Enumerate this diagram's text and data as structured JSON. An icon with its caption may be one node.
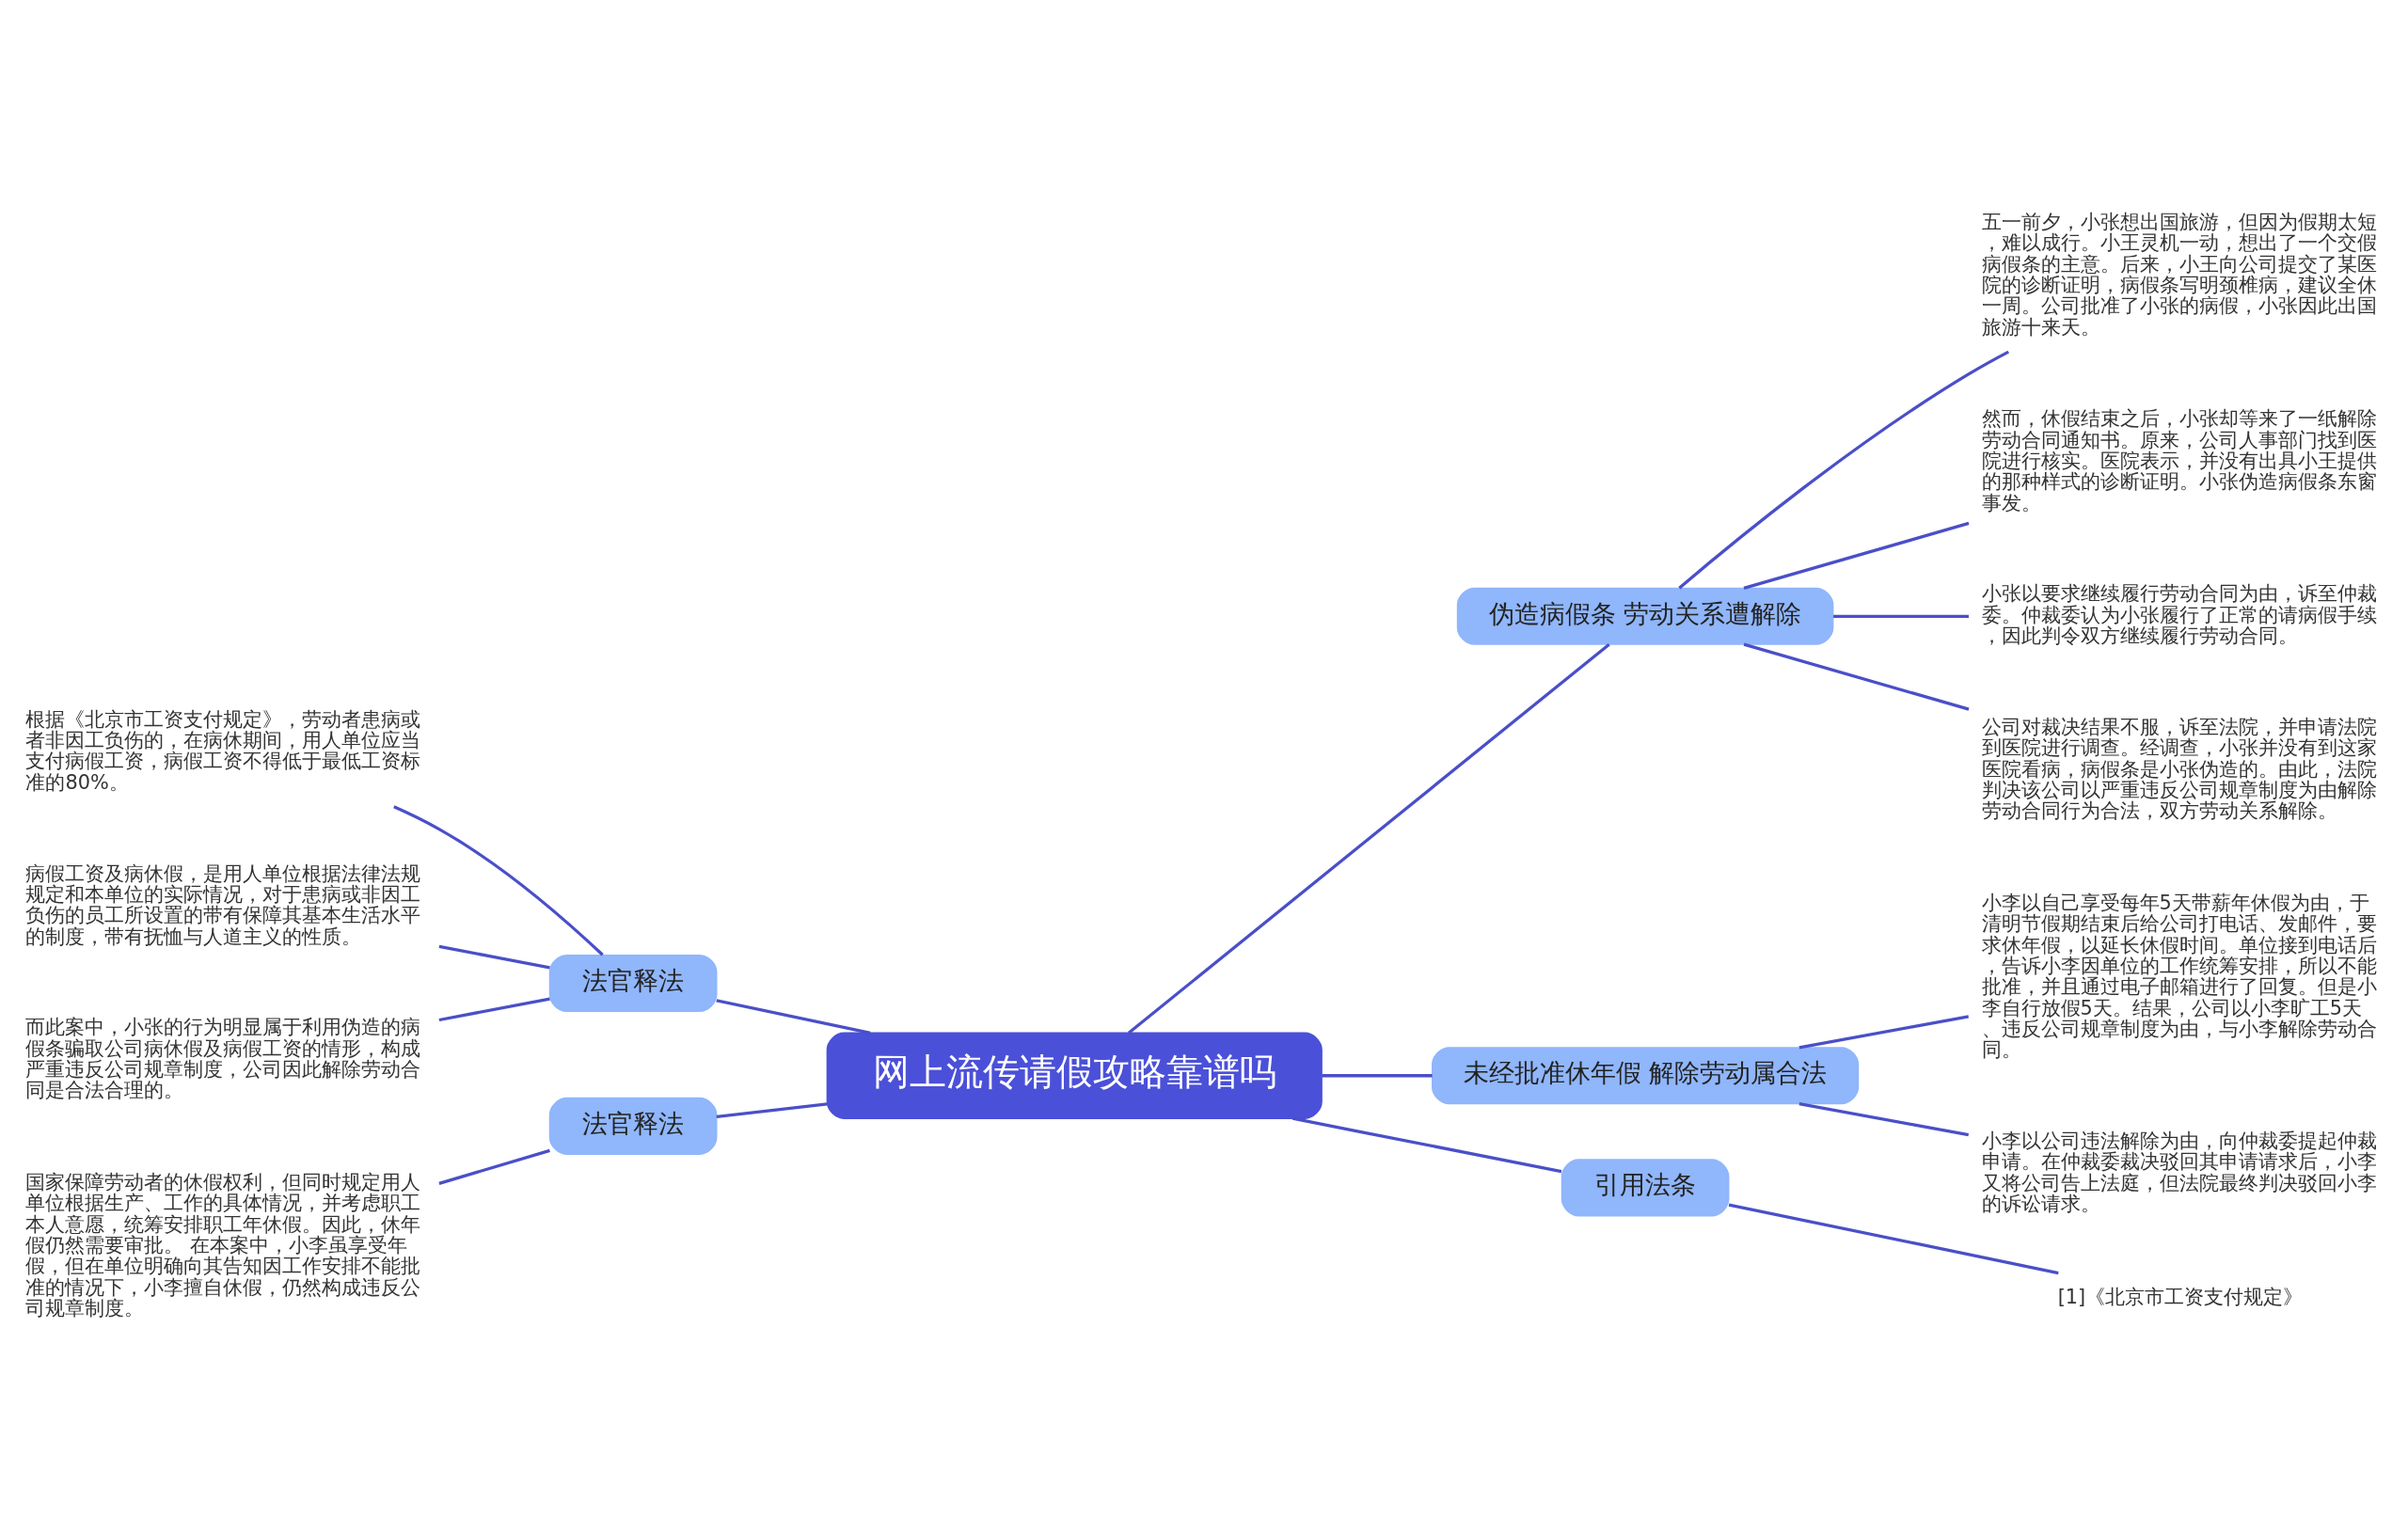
{
  "diagram": {
    "nodes": [
      {
        "text": [
          "网上流传请假攻略靠谱吗"
        ]
      },
      {
        "text": [
          "伪造病假条 劳动关系遭解除"
        ]
      },
      {
        "text": [
          "五一前夕，小张想出国旅游，但因为假期太短，难以成行。小王灵机一动，想出了一个交假病假条的主意。后来，小王向公司提交了某医院的诊断证明，病假条写明颈椎病，建议全休一周。公司批准了小张的病假，小张因此出国旅游十来天。"
        ]
      },
      {
        "text": [
          "然而，休假结束之后，小张却等来了一纸解除劳动合同通知书。原来，公司人事部门找到医院进行核实。医院表示，并没有出具小王提供的那种样式的诊断证明。小张伪造病假条东窗事发。"
        ]
      },
      {
        "text": [
          "小张以要求继续履行劳动合同为由，诉至仲裁委。仲裁委认为小张履行了正常的请病假手续，因此判令双方继续履行劳动合同。"
        ]
      },
      {
        "text": [
          "公司对裁决结果不服，诉至法院，并申请法院到医院进行调查。经调查，小张并没有到这家医院看病，病假条是小张伪造的。由此，法院判决该公司以严重违反公司规章制度为由解除劳动合同行为合法，双方劳动关系解除。"
        ]
      },
      {
        "text": [
          "未经批准休年假 解除劳动属合法"
        ]
      },
      {
        "text": [
          "小李以自己享受每年5天带薪年休假为由，于清明节假期结束后给公司打电话、发邮件，要求休年假，以延长休假时间。单位接到电话后，告诉小李因单位的工作统筹安排，所以不能批准，并且通过电子邮箱进行了回复。但是小李自行放假5天。结果，公司以小李旷工5天、违反公司规章制度为由，与小李解除劳动合同。"
        ]
      },
      {
        "text": [
          "小李以公司违法解除为由，向仲裁委提起仲裁申请。在仲裁委裁决驳回其申请请求后，小李又将公司告上法庭，但法院最终判决驳回小李的诉讼请求。"
        ]
      },
      {
        "text": [
          "引用法条"
        ]
      },
      {
        "text": [
          "[1]《北京市工资支付规定》"
        ]
      },
      {
        "text": [
          "法官释法"
        ]
      },
      {
        "text": [
          "根据《北京市工资支付规定》，劳动者患病或者非因工负伤的，在病休期间，用人单位应当支付病假工资，病假工资不得低于最低工资标准的80%。"
        ]
      },
      {
        "text": [
          "病假工资及病休假，是用人单位根据法律法规规定和本单位的实际情况，对于患病或非因工负伤的员工所设置的带有保障其基本生活水平的制度，带有抚恤与人道主义的性质。"
        ]
      },
      {
        "text": [
          "而此案中，小张的行为明显属于利用伪造的病假条骗取公司病休假及病假工资的情形，构成严重违反公司规章制度，公司因此解除劳动合同是合法合理的。"
        ]
      },
      {
        "text": [
          "法官释法"
        ]
      },
      {
        "text": [
          "国家保障劳动者的休假权利，但同时规定用人单位根据生产、工作的具体情况，并考虑职工本人意愿，统筹安排职工年休假。因此，休年假仍然需要审批。 在本案中，小李虽享受年假，但在单位明确向其告知因工作安排不能批准的情况下，小李擅自休假，仍然构成违反公司规章制度。"
        ]
      }
    ],
    "edges": [
      {
        "from": 0,
        "to": 1,
        "arrow": "none"
      },
      {
        "from": 1,
        "to": 2,
        "arrow": "none"
      },
      {
        "from": 1,
        "to": 3,
        "arrow": "none"
      },
      {
        "from": 1,
        "to": 4,
        "arrow": "none"
      },
      {
        "from": 1,
        "to": 5,
        "arrow": "none"
      },
      {
        "from": 0,
        "to": 6,
        "arrow": "none"
      },
      {
        "from": 6,
        "to": 7,
        "arrow": "none"
      },
      {
        "from": 6,
        "to": 8,
        "arrow": "none"
      },
      {
        "from": 0,
        "to": 9,
        "arrow": "none"
      },
      {
        "from": 9,
        "to": 10,
        "arrow": "none"
      },
      {
        "from": 11,
        "to": 0,
        "arrow": "none"
      },
      {
        "from": 12,
        "to": 11,
        "arrow": "none"
      },
      {
        "from": 13,
        "to": 11,
        "arrow": "none"
      },
      {
        "from": 14,
        "to": 11,
        "arrow": "none"
      },
      {
        "from": 15,
        "to": 0,
        "arrow": "none"
      },
      {
        "from": 16,
        "to": 15,
        "arrow": "none"
      }
    ]
  }
}
